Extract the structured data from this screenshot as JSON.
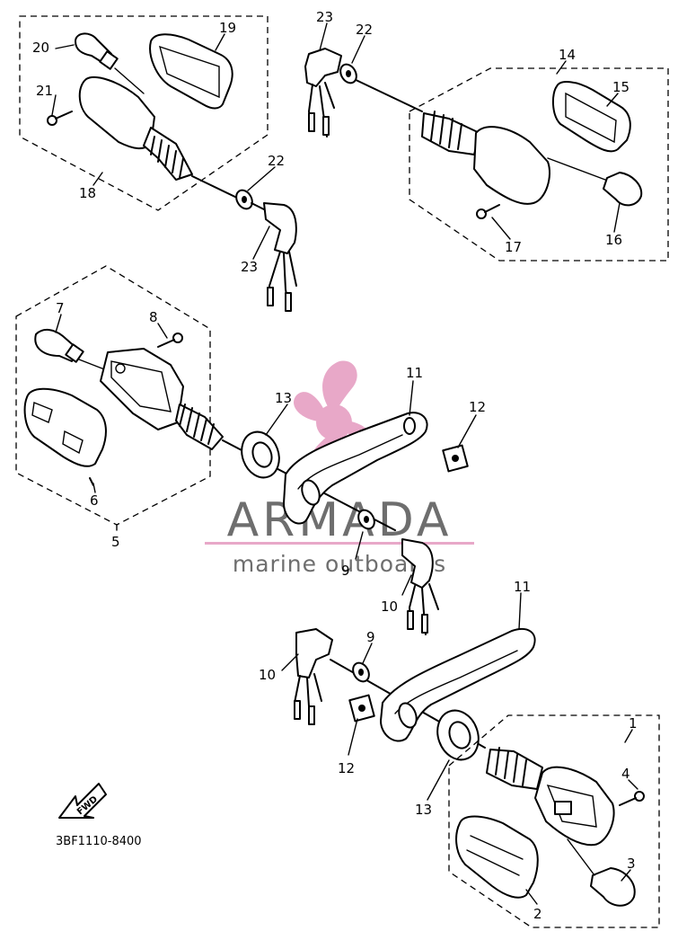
{
  "diagram": {
    "part_code": "3BF1110-8400",
    "direction_label": "FWD",
    "callouts": {
      "c1": "1",
      "c2": "2",
      "c3": "3",
      "c4": "4",
      "c5": "5",
      "c6": "6",
      "c7": "7",
      "c8": "8",
      "c9a": "9",
      "c9b": "9",
      "c10a": "10",
      "c10b": "10",
      "c11a": "11",
      "c11b": "11",
      "c12a": "12",
      "c12b": "12",
      "c13a": "13",
      "c13b": "13",
      "c14": "14",
      "c15": "15",
      "c16": "16",
      "c17": "17",
      "c18": "18",
      "c19": "19",
      "c20": "20",
      "c21": "21",
      "c22a": "22",
      "c22b": "22",
      "c23a": "23",
      "c23b": "23"
    }
  },
  "watermark": {
    "brand": "ARMADA",
    "tagline": "marine outboards",
    "colors": {
      "pink": "#e8a8c8",
      "gray": "#6e6e6e"
    }
  }
}
